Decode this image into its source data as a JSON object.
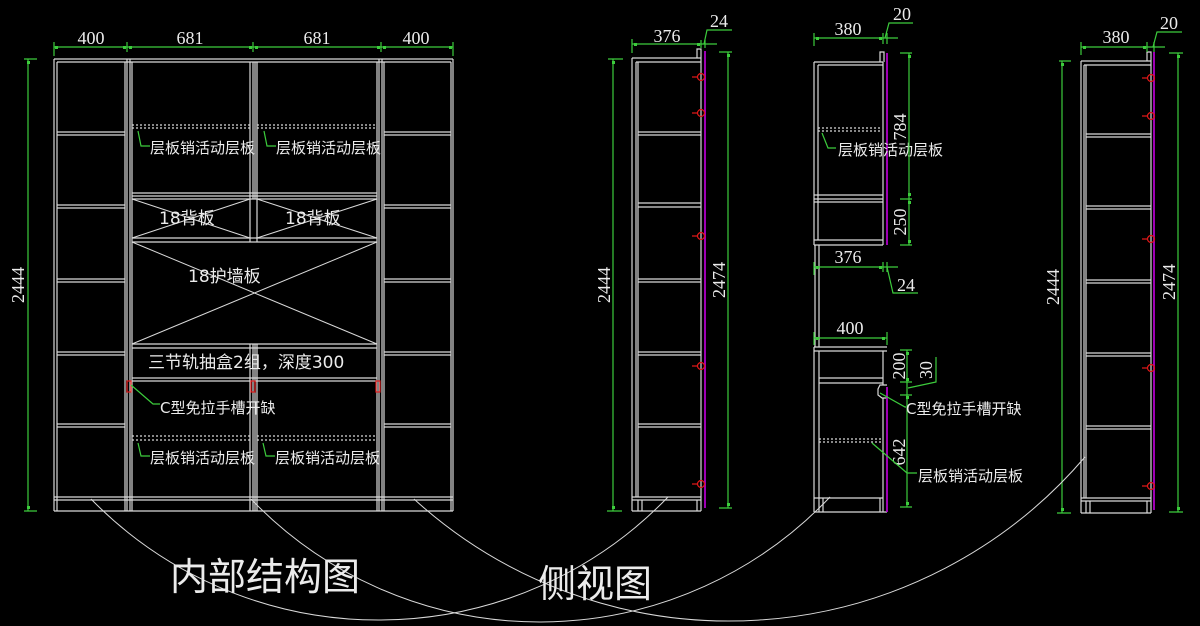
{
  "colors": {
    "background": "#000000",
    "line": "#d9d9d9",
    "text": "#ebebeb",
    "dimension": "#3ccc3c",
    "back_edge": "#b000c8",
    "shelf_pin": "#e01818"
  },
  "main_view": {
    "title": "内部结构图",
    "width_dimensions": [
      "400",
      "681",
      "681",
      "400"
    ],
    "height_dimension": "2444",
    "upper_shelf_labels": [
      "层板销活动层板",
      "层板销活动层板"
    ],
    "back_panel_labels": [
      "18背板",
      "18背板"
    ],
    "wall_panel_label": "18护墙板",
    "drawer_label": "三节轨抽盒2组，深度300",
    "handle_notch_label": "C型免拉手槽开缺",
    "lower_shelf_labels": [
      "层板销活动层板",
      "层板销活动层板"
    ]
  },
  "side_view": {
    "title": "侧视图",
    "left_tall_cabinet": {
      "depth": "376",
      "back_thickness": "24",
      "height": "2444",
      "total_height": "2474"
    },
    "middle_combo_cabinet": {
      "upper": {
        "depth": "380",
        "back_thickness": "20",
        "height": "784",
        "box_height": "250",
        "shelf_label": "层板销活动层板"
      },
      "gap": {
        "depth": "376",
        "back_thickness": "24"
      },
      "lower": {
        "depth": "400",
        "drawer_height": "200",
        "notch_height": "30",
        "height": "642",
        "notch_label": "C型免拉手槽开缺",
        "shelf_label": "层板销活动层板"
      }
    },
    "right_tall_cabinet": {
      "depth": "380",
      "back_thickness": "20",
      "height": "2444",
      "total_height": "2474"
    }
  }
}
